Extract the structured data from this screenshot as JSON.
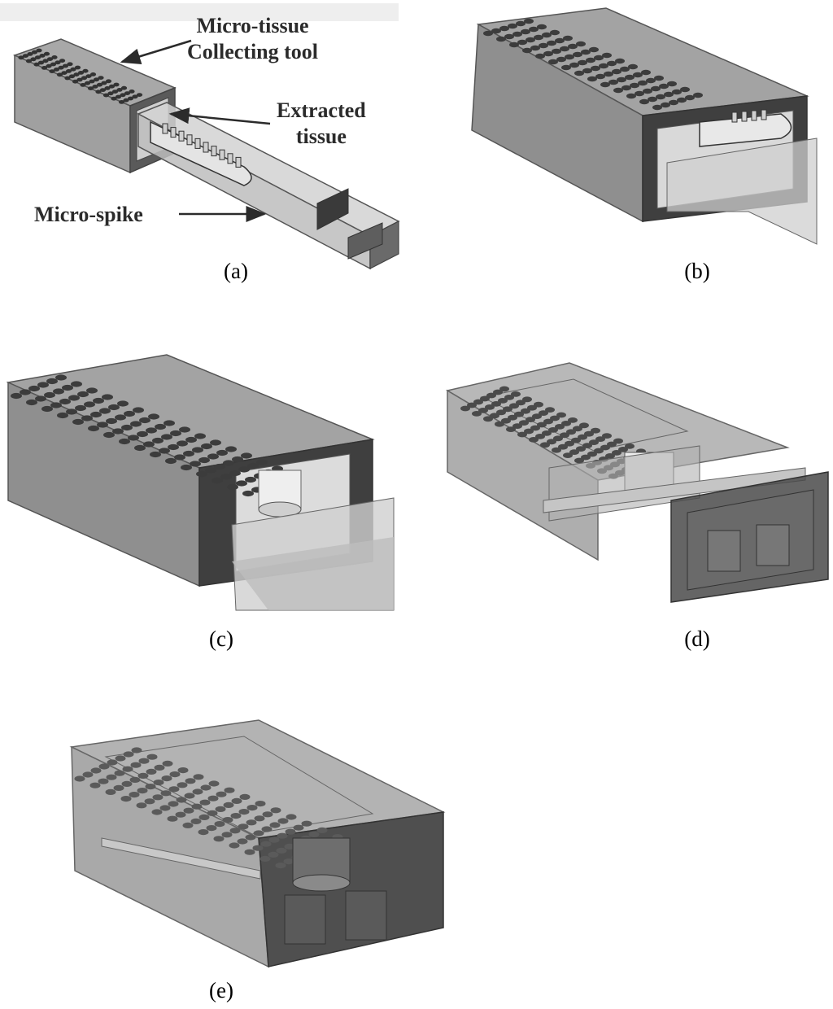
{
  "captions": {
    "a": "(a)",
    "b": "(b)",
    "c": "(c)",
    "d": "(d)",
    "e": "(e)"
  },
  "callouts": {
    "collecting_tool_line1": "Micro-tissue",
    "collecting_tool_line2": "Collecting tool",
    "extracted_tissue_line1": "Extracted",
    "extracted_tissue_line2": "tissue",
    "micro_spike": "Micro-spike"
  },
  "colors": {
    "top_face": "#9a9a9a",
    "front_face": "#8c8c8c",
    "side_face": "#4a4a4a",
    "hole": "#3c3c3c",
    "translucent": "#b8b8b8",
    "label_text": "#2b2b2b"
  }
}
